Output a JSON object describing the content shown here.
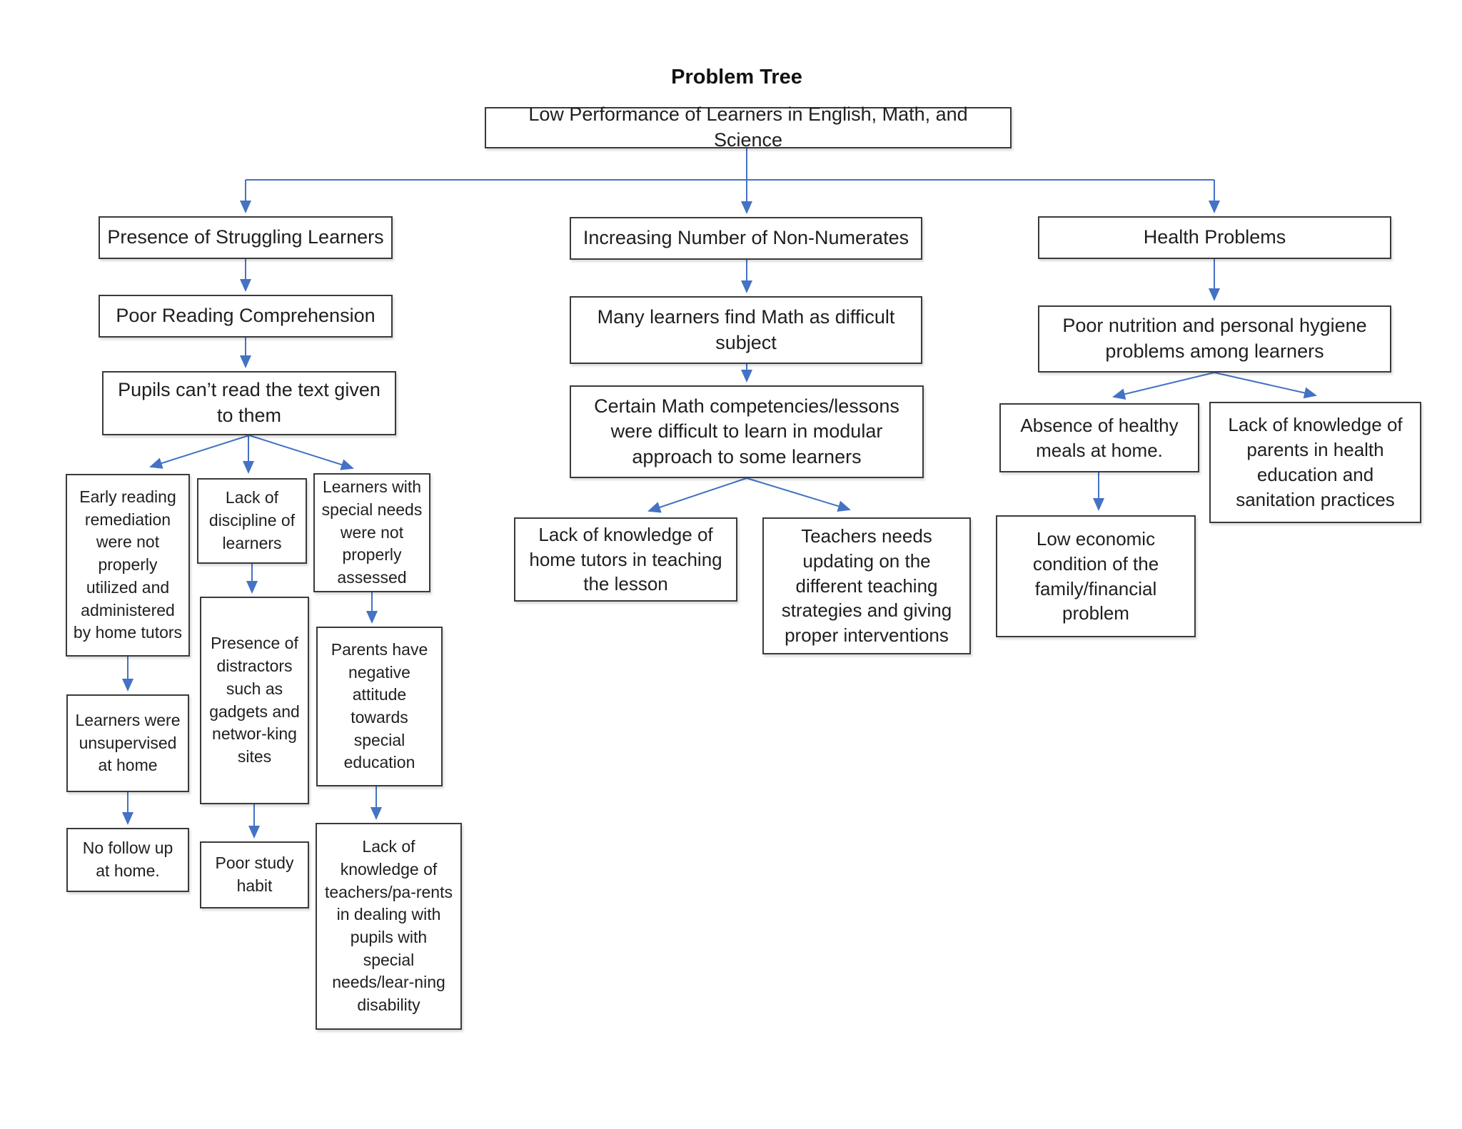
{
  "title": "Problem Tree",
  "colors": {
    "arrow": "#4472C4",
    "box_border": "#3a3a3a",
    "box_fill": "#ffffff",
    "text": "#1f1f1f",
    "background": "#ffffff"
  },
  "nodes": {
    "root": "Low Performance of Learners in English, Math, and Science",
    "struggling_learners": "Presence of Struggling Learners",
    "poor_reading": "Poor Reading Comprehension",
    "pupils_cant_read": "Pupils can’t read the text given to them",
    "early_reading_remediation": "Early reading remediation were not properly utilized and administered by home tutors",
    "lack_of_discipline": "Lack of discipline of learners",
    "special_needs_not_assessed": "Learners with special needs were not properly assessed",
    "learners_unsupervised": "Learners were unsupervised at home",
    "no_follow_up": "No follow up at home.",
    "distractors": "Presence of distractors such as gadgets and networ-king sites",
    "poor_study_habit": "Poor study habit",
    "parents_negative_attitude": "Parents have negative attitude towards special education",
    "teachers_parents_knowledge": "Lack of knowledge of teachers/pa-rents in dealing with pupils with special needs/lear-ning disability",
    "non_numerates": "Increasing Number of Non-Numerates",
    "math_difficult": "Many learners find Math as difficult subject",
    "math_competencies": "Certain Math competencies/lessons were difficult to learn in modular approach to some learners",
    "home_tutors_knowledge": "Lack of knowledge of home tutors in teaching the lesson",
    "teachers_need_updating": "Teachers needs updating on the different teaching strategies and giving proper interventions",
    "health_problems": "Health Problems",
    "poor_nutrition": "Poor nutrition and personal hygiene problems among learners",
    "absence_healthy_meals": "Absence of healthy meals at home.",
    "parents_health_knowledge": "Lack of knowledge of parents in health education and sanitation practices",
    "low_economic_condition": "Low economic condition of the family/financial problem"
  }
}
